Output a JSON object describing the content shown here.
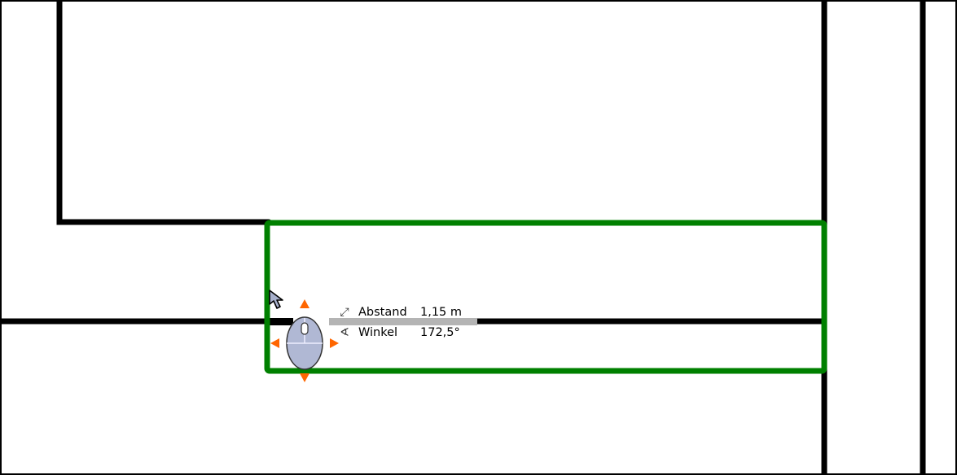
{
  "colors": {
    "background": "#ffffff",
    "wall": "#000000",
    "selection": "#008000",
    "arrow_accent": "#ff6600",
    "mouse_fill": "#b0b8d4",
    "cursor_fill": "#a7b0cc",
    "readout_highlight": "#b4b4b4"
  },
  "cursor": {
    "icon": "arrow-cursor-icon"
  },
  "mouse_hint": {
    "icon": "mouse-move-icon"
  },
  "readout": {
    "distance": {
      "icon": "distance-icon",
      "label": "Abstand",
      "value": "1,15 m"
    },
    "angle": {
      "icon": "angle-icon",
      "label": "Winkel",
      "value": "172,5°"
    }
  }
}
